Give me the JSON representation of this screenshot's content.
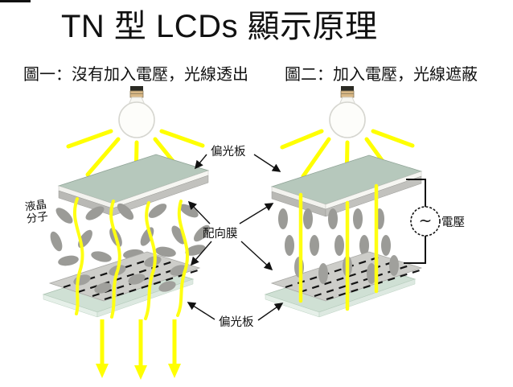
{
  "title": "TN 型 LCDs 顯示原理",
  "figures": {
    "fig1_caption": "圖一：沒有加入電壓，光線透出",
    "fig2_caption": "圖二：加入電壓，光線遮蔽"
  },
  "labels": {
    "polarizer_top": "偏光板",
    "alignment_film": "配向膜",
    "polarizer_bottom": "偏光板",
    "liquid_crystal_line1": "液晶",
    "liquid_crystal_line2": "分子",
    "voltage": "電壓",
    "ac_source_symbol": "~"
  },
  "colors": {
    "light_yellow": "#ffff00",
    "plate_green": "#b6c8bc",
    "polarizer_green": "#cfe0d4",
    "molecule_gray": "#9b9b97",
    "text": "#111111"
  }
}
